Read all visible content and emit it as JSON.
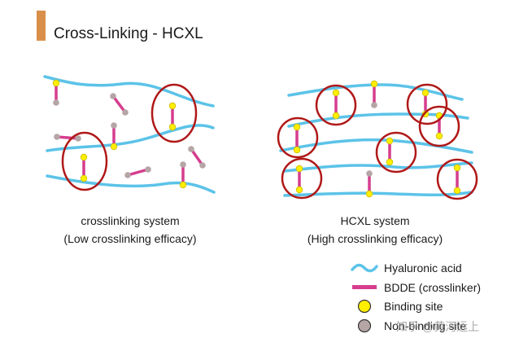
{
  "title": "Cross-Linking - HCXL",
  "left_panel": {
    "caption_line1": "crosslinking system",
    "caption_line2": "(Low crosslinking efficacy)"
  },
  "right_panel": {
    "caption_line1": "HCXL  system",
    "caption_line2": "(High crosslinking efficacy)"
  },
  "legend": [
    {
      "label": "Hyaluronic  acid",
      "symbol": "wave"
    },
    {
      "label": "BDDE  (crosslinker)",
      "symbol": "bar"
    },
    {
      "label": "Binding site",
      "symbol": "yellow-dot"
    },
    {
      "label": "Non-binding site",
      "symbol": "gray-dot"
    }
  ],
  "watermark": "知乎 @黄河远上",
  "colors": {
    "accent_bar": "#d98f4a",
    "hyaluronic_acid": "#5cc3e8",
    "bdde": "#d63d8e",
    "binding_site": "#ffee00",
    "non_binding_site": "#b5a5a5",
    "circle": "#b01818"
  }
}
